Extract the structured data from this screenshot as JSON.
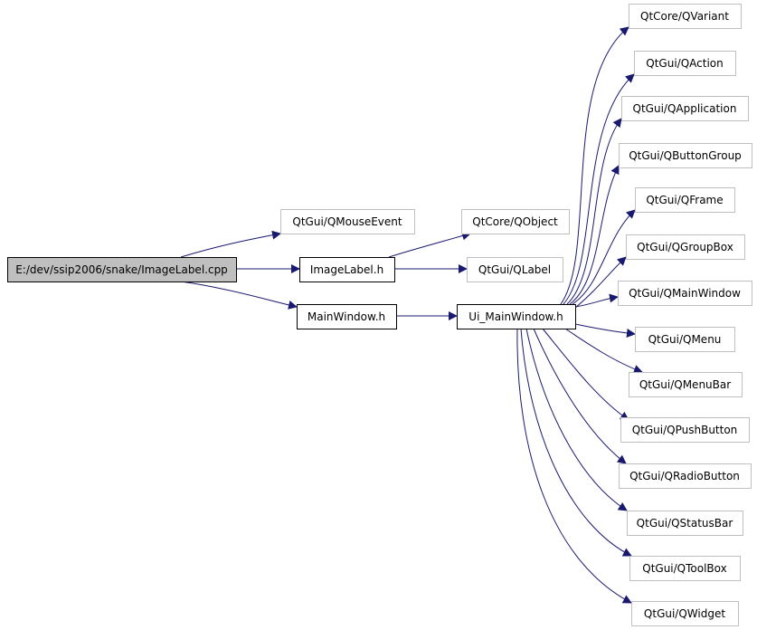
{
  "colors": {
    "edge": "#191970",
    "root_fill": "#bfbfbf",
    "node_border_strong": "#000000",
    "node_border_light": "#bfbfbf",
    "background": "#ffffff",
    "text": "#000000"
  },
  "nodes": {
    "root": {
      "label": "E:/dev/ssip2006/snake/ImageLabel.cpp"
    },
    "qmouseevent": {
      "label": "QtGui/QMouseEvent"
    },
    "imagelabel_h": {
      "label": "ImageLabel.h"
    },
    "mainwindow_h": {
      "label": "MainWindow.h"
    },
    "qobject": {
      "label": "QtCore/QObject"
    },
    "qlabel": {
      "label": "QtGui/QLabel"
    },
    "ui_mainwindow_h": {
      "label": "Ui_MainWindow.h"
    },
    "qvariant": {
      "label": "QtCore/QVariant"
    },
    "qaction": {
      "label": "QtGui/QAction"
    },
    "qapplication": {
      "label": "QtGui/QApplication"
    },
    "qbuttongroup": {
      "label": "QtGui/QButtonGroup"
    },
    "qframe": {
      "label": "QtGui/QFrame"
    },
    "qgroupbox": {
      "label": "QtGui/QGroupBox"
    },
    "qmainwindow": {
      "label": "QtGui/QMainWindow"
    },
    "qmenu": {
      "label": "QtGui/QMenu"
    },
    "qmenubar": {
      "label": "QtGui/QMenuBar"
    },
    "qpushbutton": {
      "label": "QtGui/QPushButton"
    },
    "qradiobutton": {
      "label": "QtGui/QRadioButton"
    },
    "qstatusbar": {
      "label": "QtGui/QStatusBar"
    },
    "qtoolbox": {
      "label": "QtGui/QToolBox"
    },
    "qwidget": {
      "label": "QtGui/QWidget"
    }
  },
  "edges": [
    {
      "from": "root",
      "to": "qmouseevent"
    },
    {
      "from": "root",
      "to": "imagelabel_h"
    },
    {
      "from": "root",
      "to": "mainwindow_h"
    },
    {
      "from": "imagelabel_h",
      "to": "qobject"
    },
    {
      "from": "imagelabel_h",
      "to": "qlabel"
    },
    {
      "from": "mainwindow_h",
      "to": "ui_mainwindow_h"
    },
    {
      "from": "ui_mainwindow_h",
      "to": "qvariant"
    },
    {
      "from": "ui_mainwindow_h",
      "to": "qaction"
    },
    {
      "from": "ui_mainwindow_h",
      "to": "qapplication"
    },
    {
      "from": "ui_mainwindow_h",
      "to": "qbuttongroup"
    },
    {
      "from": "ui_mainwindow_h",
      "to": "qframe"
    },
    {
      "from": "ui_mainwindow_h",
      "to": "qgroupbox"
    },
    {
      "from": "ui_mainwindow_h",
      "to": "qmainwindow"
    },
    {
      "from": "ui_mainwindow_h",
      "to": "qmenu"
    },
    {
      "from": "ui_mainwindow_h",
      "to": "qmenubar"
    },
    {
      "from": "ui_mainwindow_h",
      "to": "qpushbutton"
    },
    {
      "from": "ui_mainwindow_h",
      "to": "qradiobutton"
    },
    {
      "from": "ui_mainwindow_h",
      "to": "qstatusbar"
    },
    {
      "from": "ui_mainwindow_h",
      "to": "qtoolbox"
    },
    {
      "from": "ui_mainwindow_h",
      "to": "qwidget"
    }
  ]
}
